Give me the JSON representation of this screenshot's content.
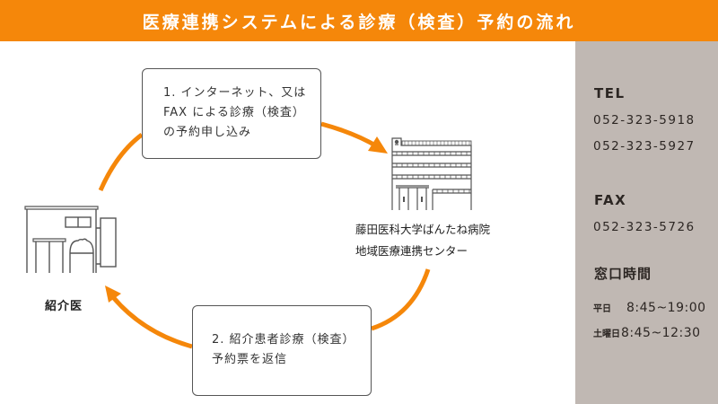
{
  "header": {
    "title": "医療連携システムによる診療（検査）予約の流れ",
    "background_color": "#F5870A"
  },
  "diagram": {
    "arrow_color": "#F5870A",
    "steps": [
      {
        "lines": [
          "1. インターネット、又は",
          "FAX による診療（検査）",
          "の予約申し込み"
        ]
      },
      {
        "lines": [
          "2. 紹介患者診療（検査）",
          "予約票を返信"
        ]
      }
    ],
    "hospital": {
      "icon": "hospital-building-icon",
      "lines": [
        "藤田医科大学ばんたね病院",
        "地域医療連携センター"
      ]
    },
    "clinic": {
      "icon": "clinic-building-icon",
      "label": "紹介医"
    }
  },
  "contact": {
    "background_color": "#C0B8B3",
    "tel_label": "TEL",
    "tel_numbers": [
      "052-323-5918",
      "052-323-5927"
    ],
    "fax_label": "FAX",
    "fax_number": "052-323-5726",
    "hours_title": "窓口時間",
    "hours": [
      {
        "day": "平日",
        "time": "8:45~19:00"
      },
      {
        "day": "土曜日",
        "time": "8:45~12:30"
      }
    ]
  }
}
